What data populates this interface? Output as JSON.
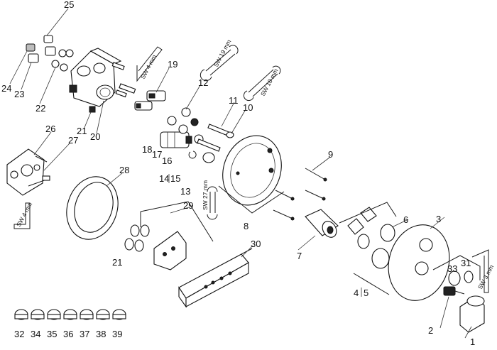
{
  "callouts": [
    "1",
    "2",
    "3",
    "4",
    "5",
    "6",
    "7",
    "8",
    "9",
    "10",
    "11",
    "12",
    "13",
    "14",
    "15",
    "16",
    "17",
    "18",
    "19",
    "20",
    "21",
    "22",
    "23",
    "24",
    "25",
    "26",
    "27",
    "28",
    "29",
    "30",
    "31",
    "32",
    "33",
    "34",
    "35",
    "36",
    "37",
    "38",
    "39"
  ],
  "tool_labels": {
    "sw4_top": "SW 4 mm",
    "sw19": "SW 19 mm",
    "sw10": "SW 10 mm",
    "sw27": "SW 27 mm",
    "sw4_left": "SW 4 mm",
    "sw3": "SW 3 mm"
  }
}
